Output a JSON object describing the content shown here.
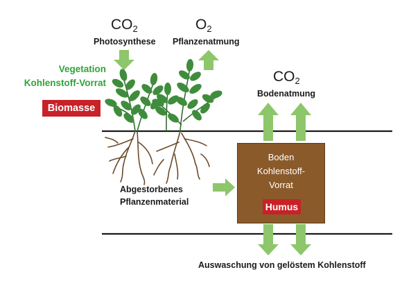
{
  "atmosphere": {
    "co2_top": {
      "base": "CO",
      "sub": "2"
    },
    "photosynthese": "Photosynthese",
    "o2": {
      "base": "O",
      "sub": "2"
    },
    "pflanzenatmung": "Pflanzenatmung",
    "co2_soil": {
      "base": "CO",
      "sub": "2"
    },
    "bodenatmung": "Bodenatmung"
  },
  "vegetation": {
    "line1": "Vegetation",
    "line2": "Kohlenstoff-Vorrat",
    "biomasse": "Biomasse"
  },
  "litter": {
    "line1": "Abgestorbenes",
    "line2": "Pflanzenmaterial"
  },
  "soil_pool": {
    "line1": "Boden",
    "line2": "Kohlenstoff-",
    "line3": "Vorrat",
    "humus": "Humus"
  },
  "leaching": "Auswaschung von gelöstem Kohlenstoff",
  "colors": {
    "arrow_green": "#8dc66b",
    "label_green": "#2fa33a",
    "red_box": "#c82128",
    "soil_brown": "#8b5a2b",
    "leaf_green": "#3f8d3c",
    "root_brown": "#6b4a2b"
  }
}
